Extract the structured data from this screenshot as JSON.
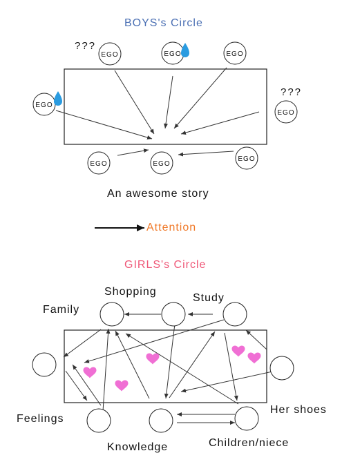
{
  "boys": {
    "title": "BOYS's Circle",
    "ego_label": "EGO",
    "question_marks": [
      "???",
      "???"
    ],
    "caption": "An awesome story"
  },
  "legend": {
    "label": "Attention"
  },
  "girls": {
    "title": "GIRLS's Circle",
    "labels": {
      "shopping": "Shopping",
      "study": "Study",
      "family": "Family",
      "feelings": "Feelings",
      "knowledge": "Knowledge",
      "children": "Children/niece",
      "her_shoes": "Her shoes"
    }
  },
  "colors": {
    "boys_title": "#4a6fb3",
    "girls_title": "#ef5777",
    "attention": "#f07a2a",
    "drop": "#2a9be0",
    "heart": "#f06fd4"
  },
  "icons": [
    "drop-icon",
    "heart-icon",
    "arrow-icon"
  ]
}
